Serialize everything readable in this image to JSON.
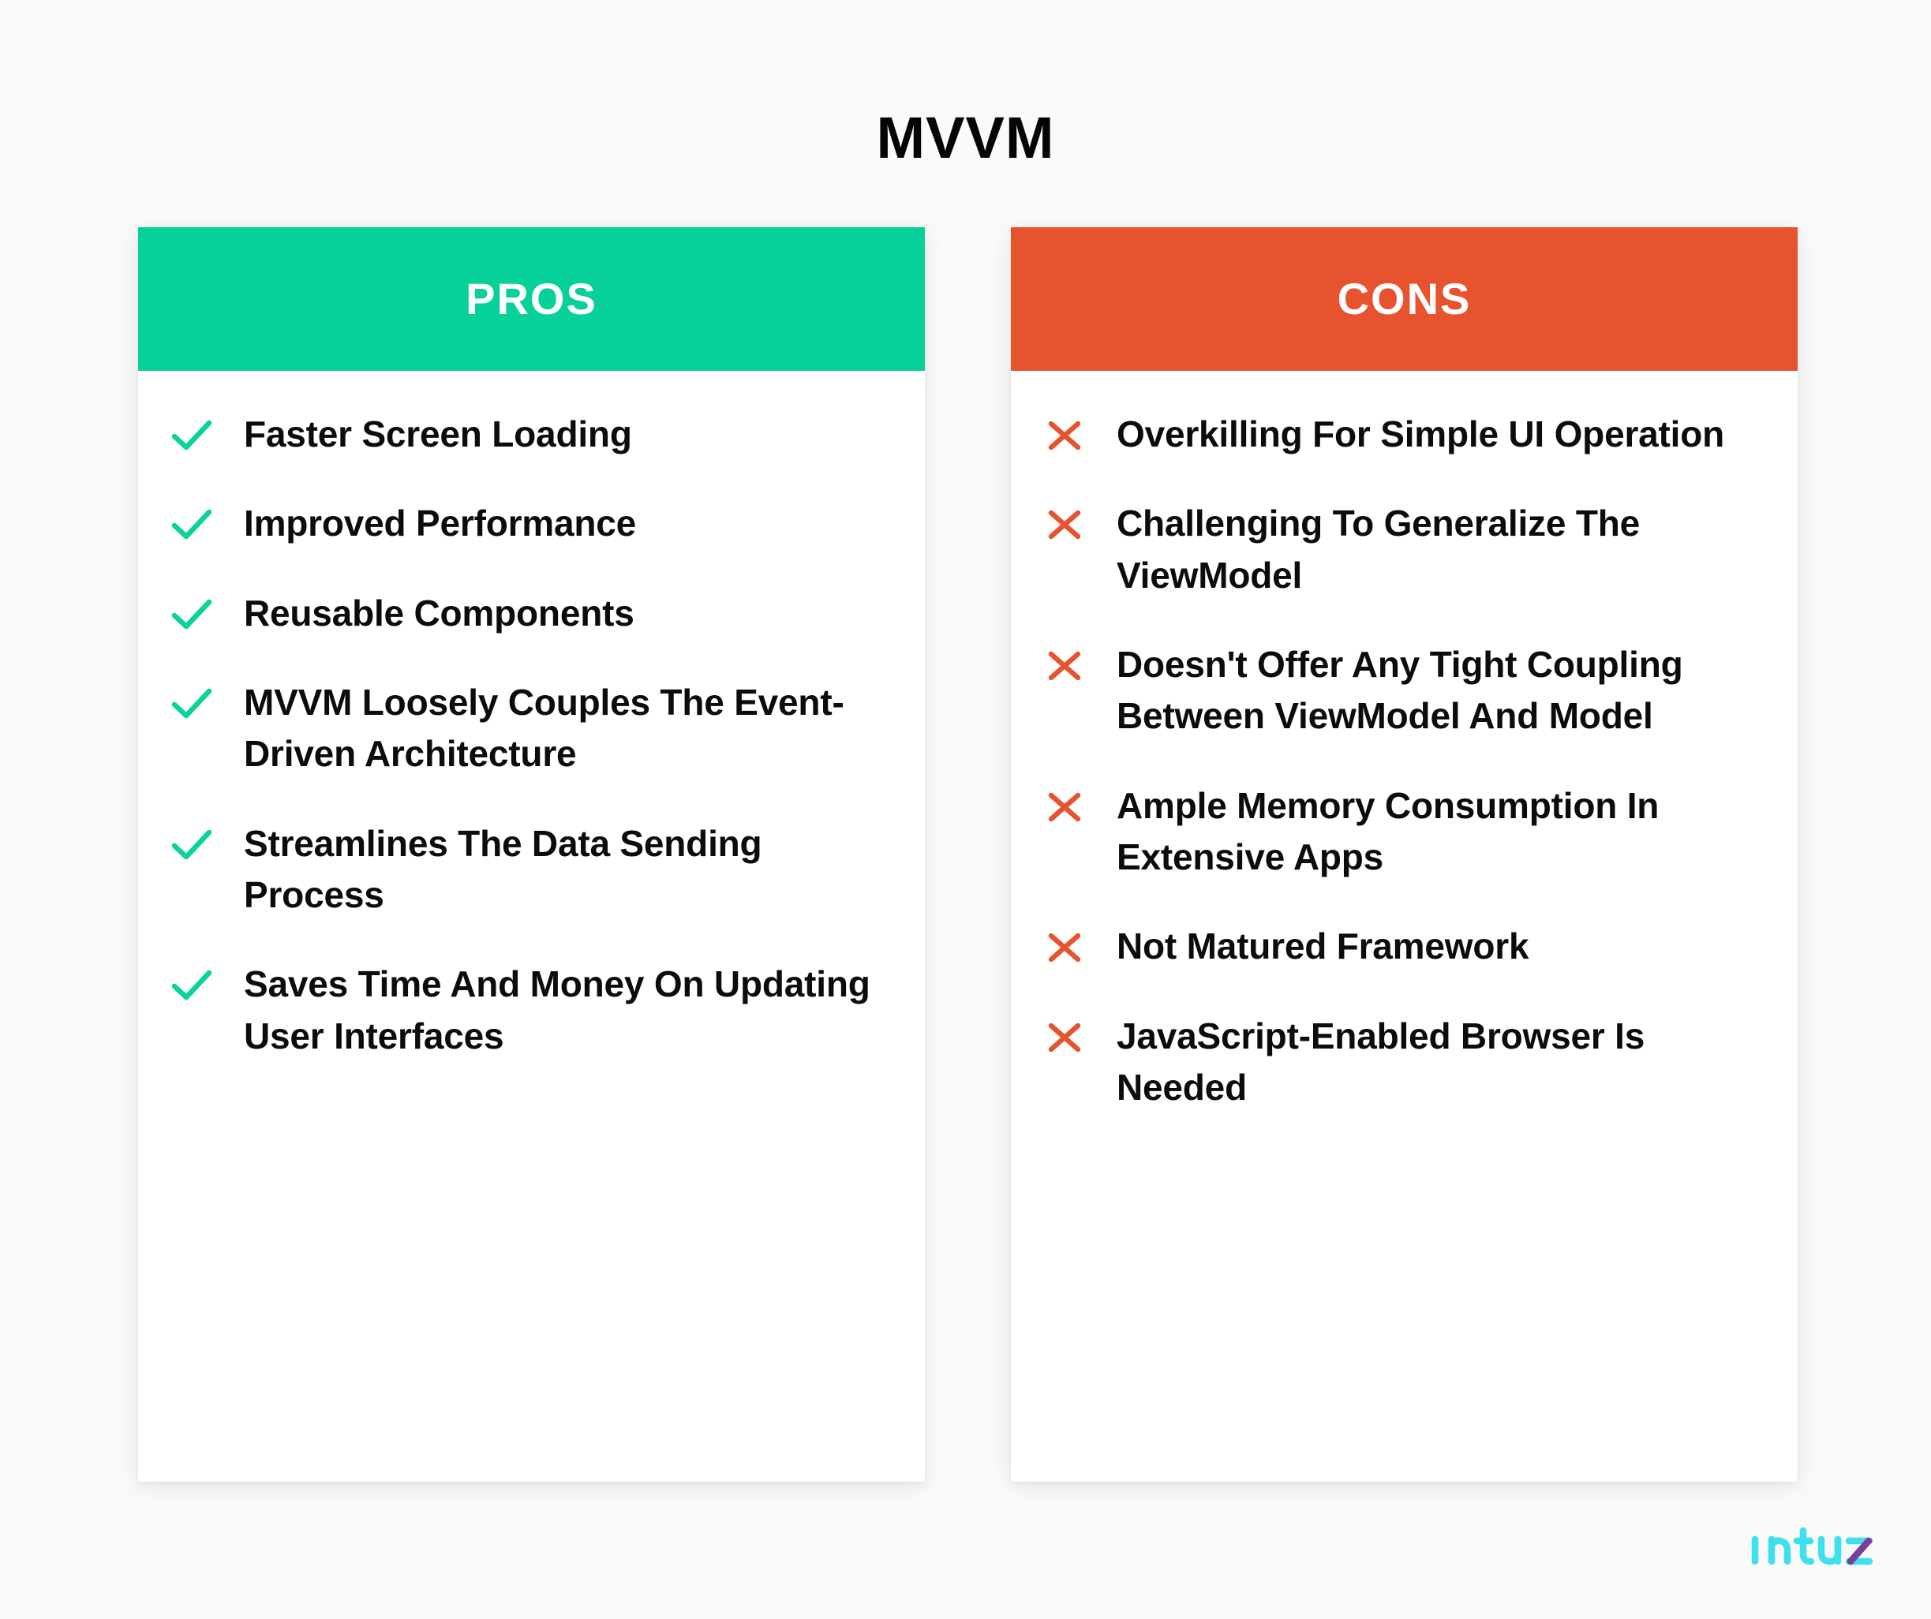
{
  "title": "MVVM",
  "theme": {
    "background": "#fafafa",
    "pros_accent": "#08d09b",
    "cons_accent": "#e8532f",
    "card_background": "#ffffff",
    "text": "#0c0c0c",
    "logo_cyan": "#3fe0ee",
    "logo_purple": "#7a3f9d"
  },
  "columns": {
    "pros": {
      "header": "PROS",
      "icon": "check-icon",
      "items": [
        "Faster Screen Loading",
        "Improved Performance",
        "Reusable Components",
        "MVVM Loosely Couples The Event-Driven Architecture",
        "Streamlines The Data Sending Process",
        "Saves Time And Money On Updating User Interfaces"
      ]
    },
    "cons": {
      "header": "CONS",
      "icon": "cross-icon",
      "items": [
        "Overkilling For Simple UI Operation",
        "Challenging To Generalize The ViewModel",
        "Doesn't Offer Any Tight Coupling Between ViewModel And Model",
        "Ample Memory Consumption In Extensive Apps",
        "Not Matured Framework",
        "JavaScript-Enabled Browser Is Needed"
      ]
    }
  },
  "logo": {
    "name": "intuz"
  }
}
